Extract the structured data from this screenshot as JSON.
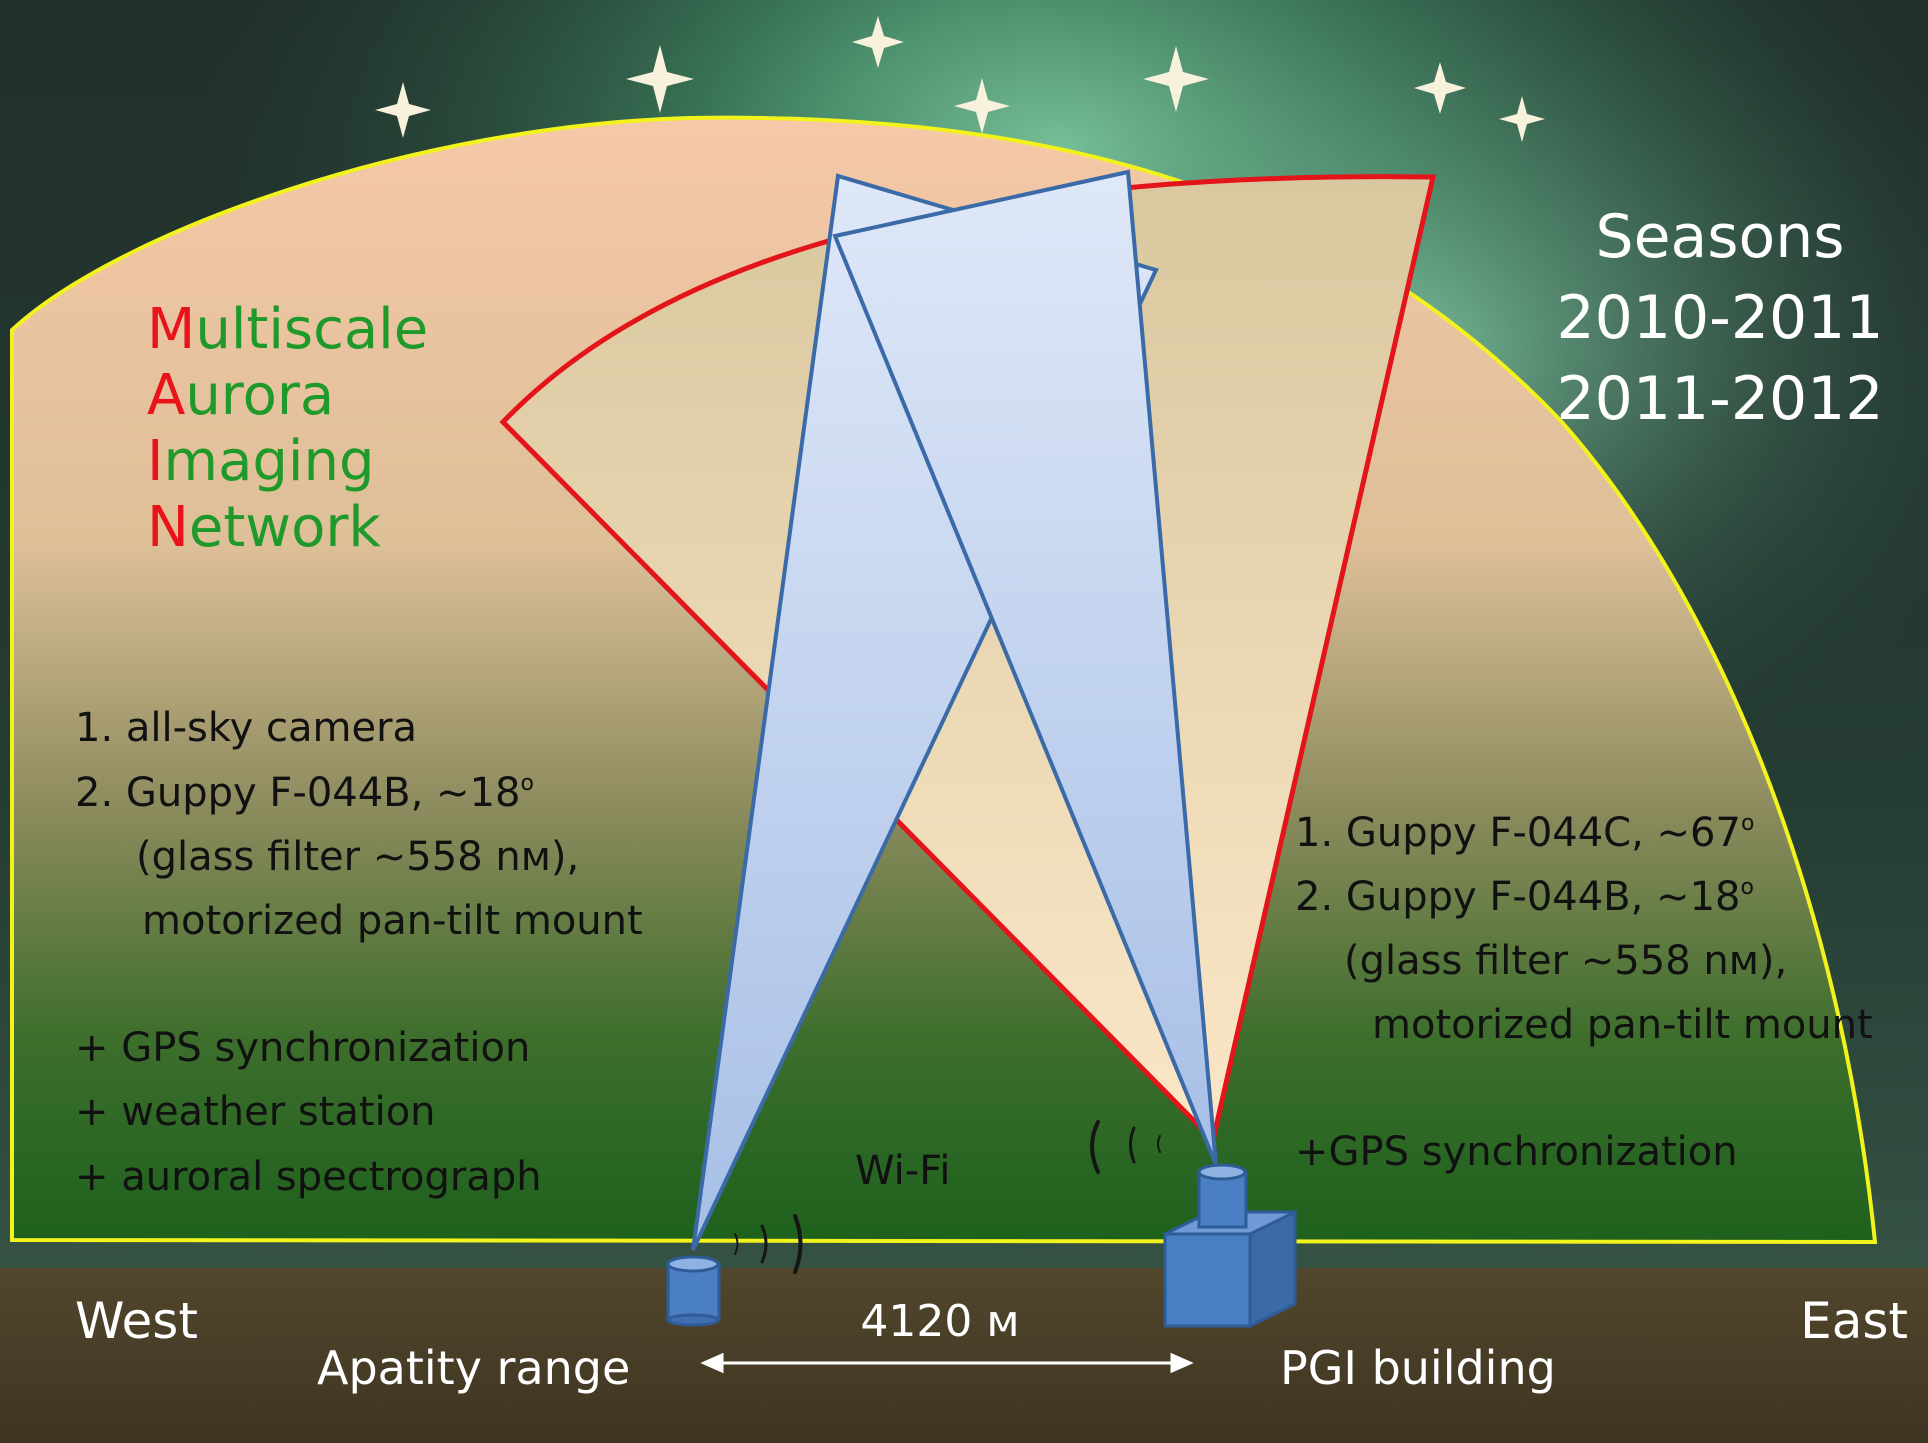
{
  "acronym": [
    {
      "initial": "M",
      "rest": "ultiscale"
    },
    {
      "initial": "A",
      "rest": "urora"
    },
    {
      "initial": "I",
      "rest": "maging"
    },
    {
      "initial": "N",
      "rest": "etwork"
    }
  ],
  "seasons": {
    "title": "Seasons",
    "years": [
      "2010-2011",
      "2011-2012"
    ]
  },
  "west_station": {
    "equipment": [
      "1. all-sky camera",
      "2. Guppy F-044B, ~18",
      "(glass filter ~558 nм),",
      "motorized  pan-tilt mount"
    ],
    "extras": [
      "+ GPS synchronization",
      "+ weather station",
      "+ auroral spectrograph"
    ]
  },
  "east_station": {
    "equipment": [
      "1. Guppy F-044C, ~67",
      "2. Guppy F-044B, ~18",
      "(glass filter ~558 nм),",
      "motorized  pan-tilt mount"
    ],
    "extras": [
      "+GPS synchronization"
    ]
  },
  "degree_mark": "o",
  "wifi_label": "Wi-Fi",
  "ground": {
    "west": "West",
    "east": "East",
    "distance": "4120 м",
    "left_site": "Apatity range",
    "right_site": "PGI building"
  },
  "colors": {
    "sky_dark": "#1a2320",
    "aurora_green": "#5ec98f",
    "allsky_dome_top": "#f7c7a6",
    "allsky_dome_bottom": "#1e6a1e",
    "allsky_outline": "#f2f21c",
    "wide_fov_fill": "#f6e4c4",
    "wide_fov_outline": "#e3141a",
    "narrow_fov_fill": "#c9d7f0",
    "narrow_fov_outline": "#3a6aa8",
    "camera_blue": "#4a7fc4",
    "ground": "#4c4129",
    "acronym_initial": "#e8141a",
    "acronym_rest": "#1f9a2a"
  }
}
